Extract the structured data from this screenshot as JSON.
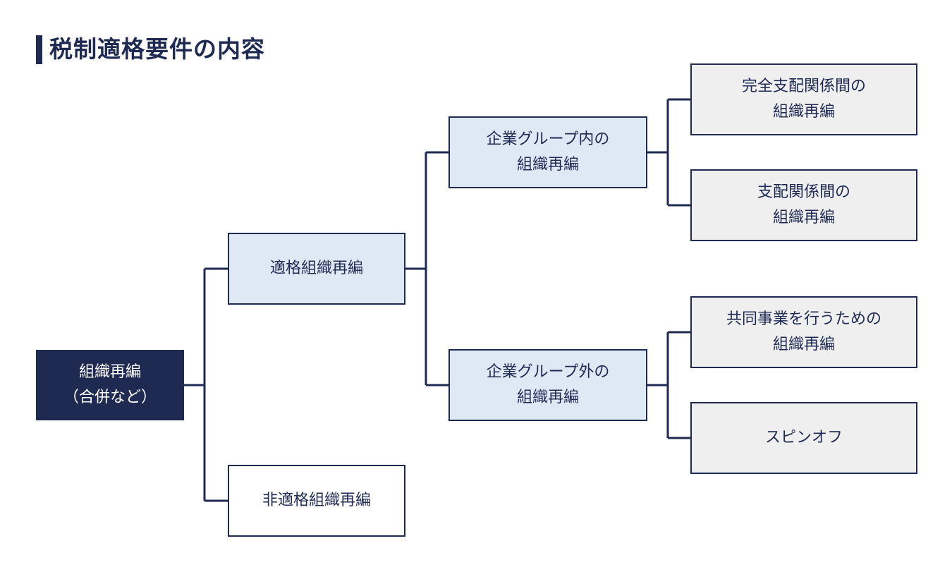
{
  "title": "税制適格要件の内容",
  "colors": {
    "navy": "#1f2a52",
    "light_blue": "#dfe9f5",
    "light_gray": "#efefef"
  },
  "nodes": {
    "root": {
      "line1": "組織再編",
      "line2": "（合併など）"
    },
    "qualified": {
      "line1": "適格組織再編"
    },
    "non_qualified": {
      "line1": "非適格組織再編"
    },
    "group_internal": {
      "line1": "企業グループ内の",
      "line2": "組織再編"
    },
    "group_external": {
      "line1": "企業グループ外の",
      "line2": "組織再編"
    },
    "full_control": {
      "line1": "完全支配関係間の",
      "line2": "組織再編"
    },
    "control": {
      "line1": "支配関係間の",
      "line2": "組織再編"
    },
    "joint_business": {
      "line1": "共同事業を行うための",
      "line2": "組織再編"
    },
    "spinoff": {
      "line1": "スピンオフ"
    }
  }
}
